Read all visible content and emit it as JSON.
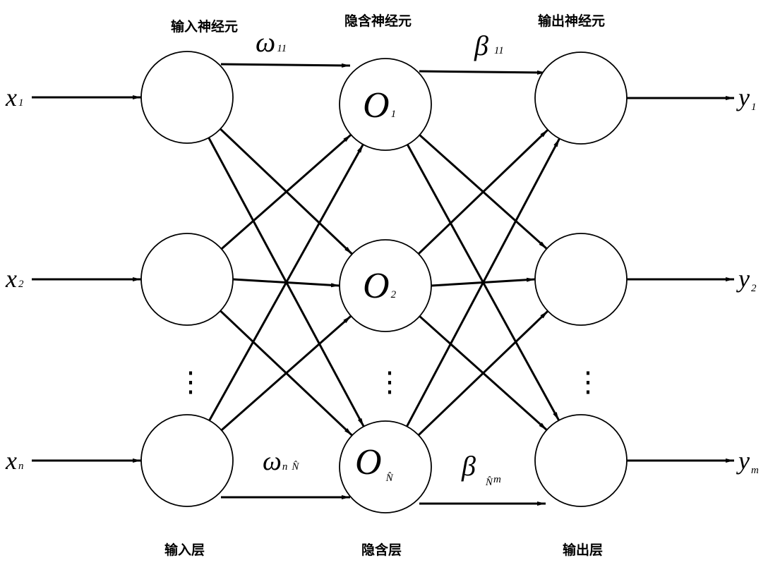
{
  "layers": {
    "input": {
      "title": "输入神经元",
      "footer": "输入层"
    },
    "hidden": {
      "title": "隐含神经元",
      "footer": "隐含层"
    },
    "output": {
      "title": "输出神经元",
      "footer": "输出层"
    }
  },
  "inputs": [
    {
      "base": "x",
      "sub": "1"
    },
    {
      "base": "x",
      "sub": "2"
    },
    {
      "base": "x",
      "sub": "n"
    }
  ],
  "outputs": [
    {
      "base": "y",
      "sub": "1"
    },
    {
      "base": "y",
      "sub": "2"
    },
    {
      "base": "y",
      "sub": "m"
    }
  ],
  "hidden_nodes": [
    {
      "base": "O",
      "sub": "1"
    },
    {
      "base": "O",
      "sub": "2"
    },
    {
      "base": "O",
      "sub": "N̂"
    }
  ],
  "weights": {
    "w_first": {
      "base": "ω",
      "sub": "11"
    },
    "w_last": {
      "base": "ω",
      "sub": "n",
      "sub2": "N̂"
    },
    "b_first": {
      "base": "β",
      "sub": "11"
    },
    "b_last": {
      "base": "β",
      "sub": "N̂",
      "sub2": "m"
    }
  },
  "ellipsis": "⋮"
}
